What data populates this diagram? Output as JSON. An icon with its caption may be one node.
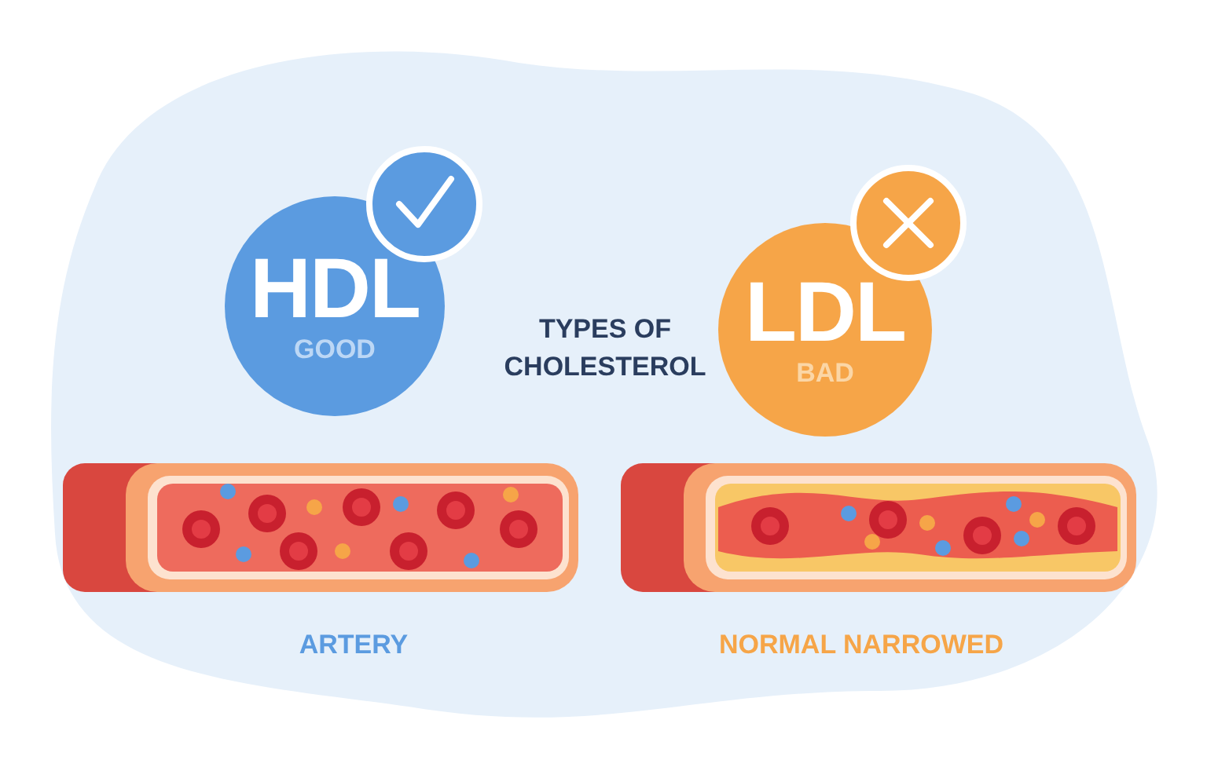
{
  "diagram": {
    "title": "TYPES OF CHOLESTEROL",
    "nodes": [
      {
        "text": [
          "HDL",
          "GOOD"
        ]
      },
      {
        "text": [
          "LDL",
          "BAD"
        ]
      }
    ],
    "labels": [
      "ARTERY",
      "NORMAL NARROWED"
    ]
  }
}
